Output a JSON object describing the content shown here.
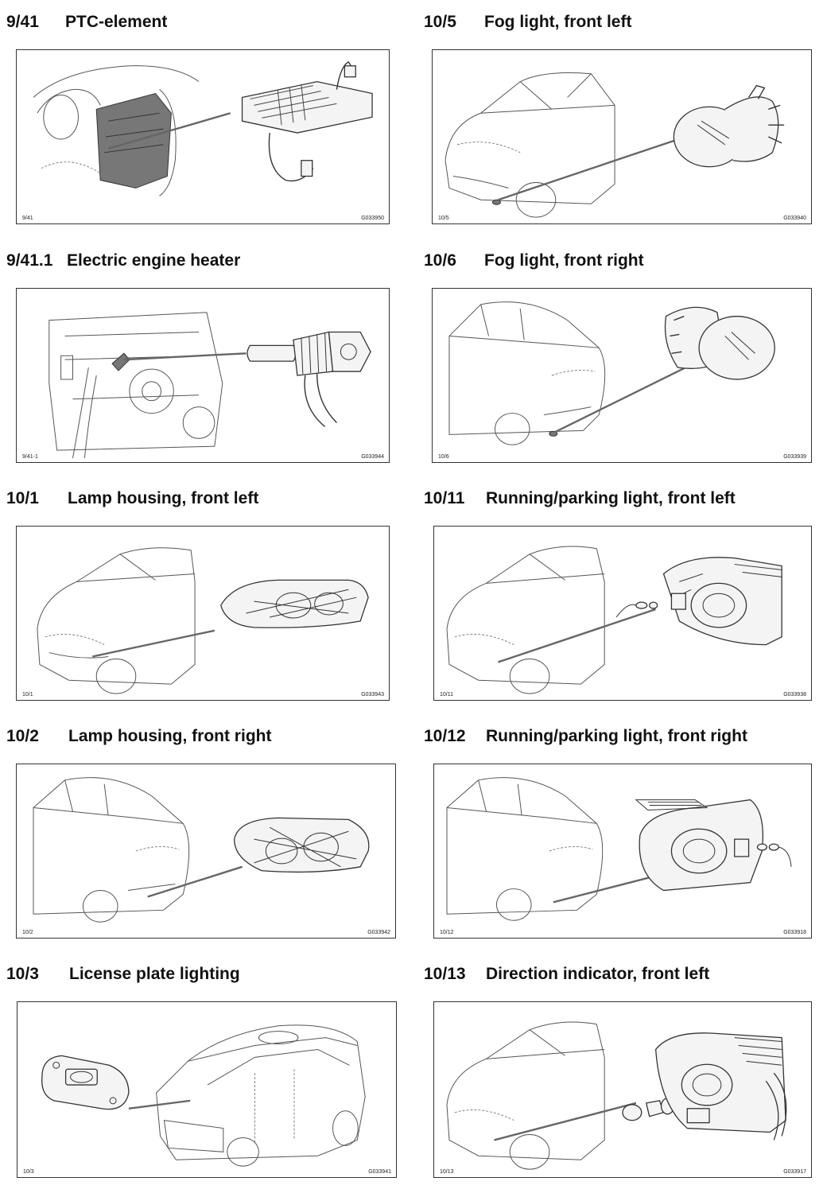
{
  "items": [
    {
      "number": "9/41",
      "title": "PTC-element",
      "ref": "9/41",
      "code": "G033950",
      "illustration": "ptc-element-illustration"
    },
    {
      "number": "10/5",
      "title": "Fog light, front left",
      "ref": "10/5",
      "code": "G033940",
      "illustration": "fog-light-left-illustration"
    },
    {
      "number": "9/41.1",
      "title": "Electric engine heater",
      "ref": "9/41-1",
      "code": "G033944",
      "illustration": "engine-heater-illustration"
    },
    {
      "number": "10/6",
      "title": "Fog light, front right",
      "ref": "10/6",
      "code": "G033939",
      "illustration": "fog-light-right-illustration"
    },
    {
      "number": "10/1",
      "title": "Lamp housing, front left",
      "ref": "10/1",
      "code": "G033943",
      "illustration": "headlamp-left-illustration"
    },
    {
      "number": "10/11",
      "title": "Running/parking light, front left",
      "ref": "10/11",
      "code": "G033938",
      "illustration": "parking-light-left-illustration"
    },
    {
      "number": "10/2",
      "title": "Lamp housing, front right",
      "ref": "10/2",
      "code": "G033942",
      "illustration": "headlamp-right-illustration"
    },
    {
      "number": "10/12",
      "title": "Running/parking light, front right",
      "ref": "10/12",
      "code": "G033918",
      "illustration": "parking-light-right-illustration"
    },
    {
      "number": "10/3",
      "title": "License plate lighting",
      "ref": "10/3",
      "code": "G033941",
      "illustration": "license-plate-light-illustration"
    },
    {
      "number": "10/13",
      "title": "Direction indicator, front left",
      "ref": "10/13",
      "code": "G033917",
      "illustration": "direction-indicator-illustration"
    }
  ]
}
